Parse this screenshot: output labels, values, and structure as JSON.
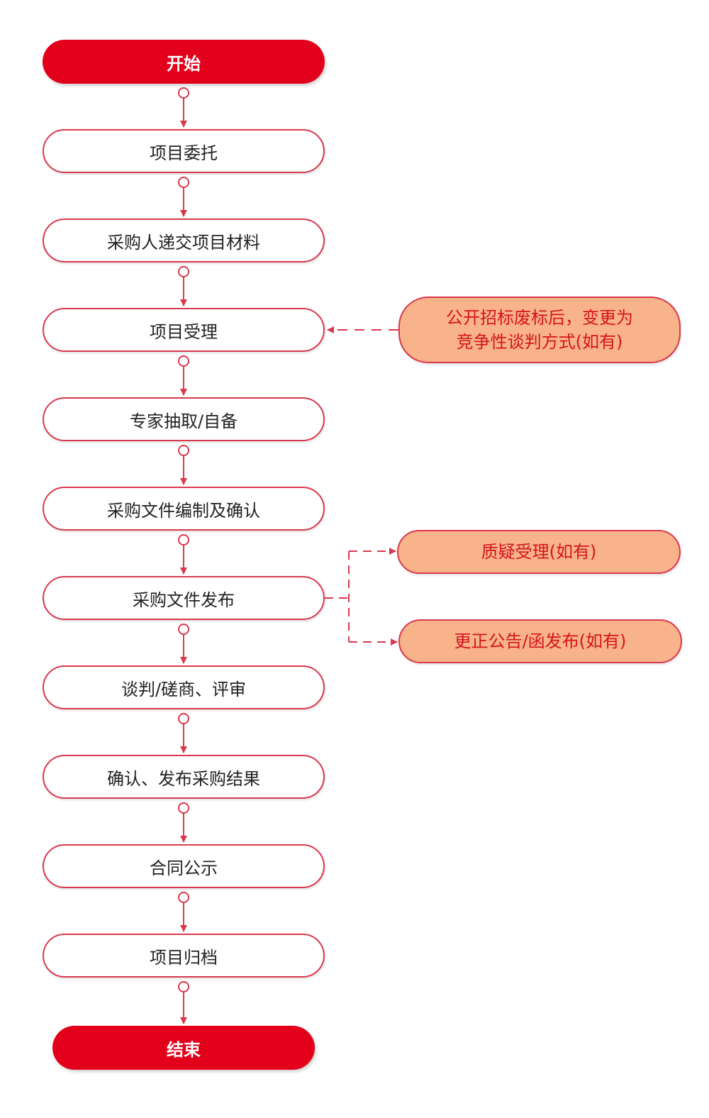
{
  "flow": {
    "start": "开始",
    "steps": [
      "项目委托",
      "采购人递交项目材料",
      "项目受理",
      "专家抽取/自备",
      "采购文件编制及确认",
      "采购文件发布",
      "谈判/磋商、评审",
      "确认、发布采购结果",
      "合同公示",
      "项目归档"
    ],
    "end": "结束"
  },
  "side_notes": {
    "tender_change_line1": "公开招标废标后，变更为",
    "tender_change_line2": "竞争性谈判方式(如有)",
    "query": "质疑受理(如有)",
    "correction": "更正公告/函发布(如有)"
  },
  "colors": {
    "terminal_fill": "#e3001b",
    "border": "#d9394e",
    "side_fill": "#f9b38a",
    "side_text": "#d4141e",
    "connector": "#d9394e"
  }
}
